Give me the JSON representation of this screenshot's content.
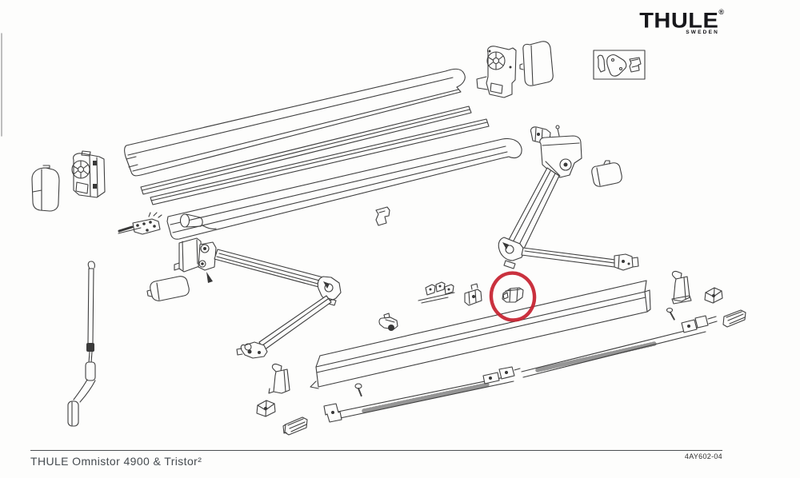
{
  "logo": {
    "brand": "THULE",
    "registered": "®",
    "subtext": "SWEDEN"
  },
  "footer": {
    "title": "THULE Omnistor 4900 & Tristor²",
    "document_number": "4AY602-04"
  },
  "colors": {
    "line": "#3f3f3f",
    "dark_detail": "#383838",
    "highlight": "#c5202e",
    "text": "#454b50"
  }
}
